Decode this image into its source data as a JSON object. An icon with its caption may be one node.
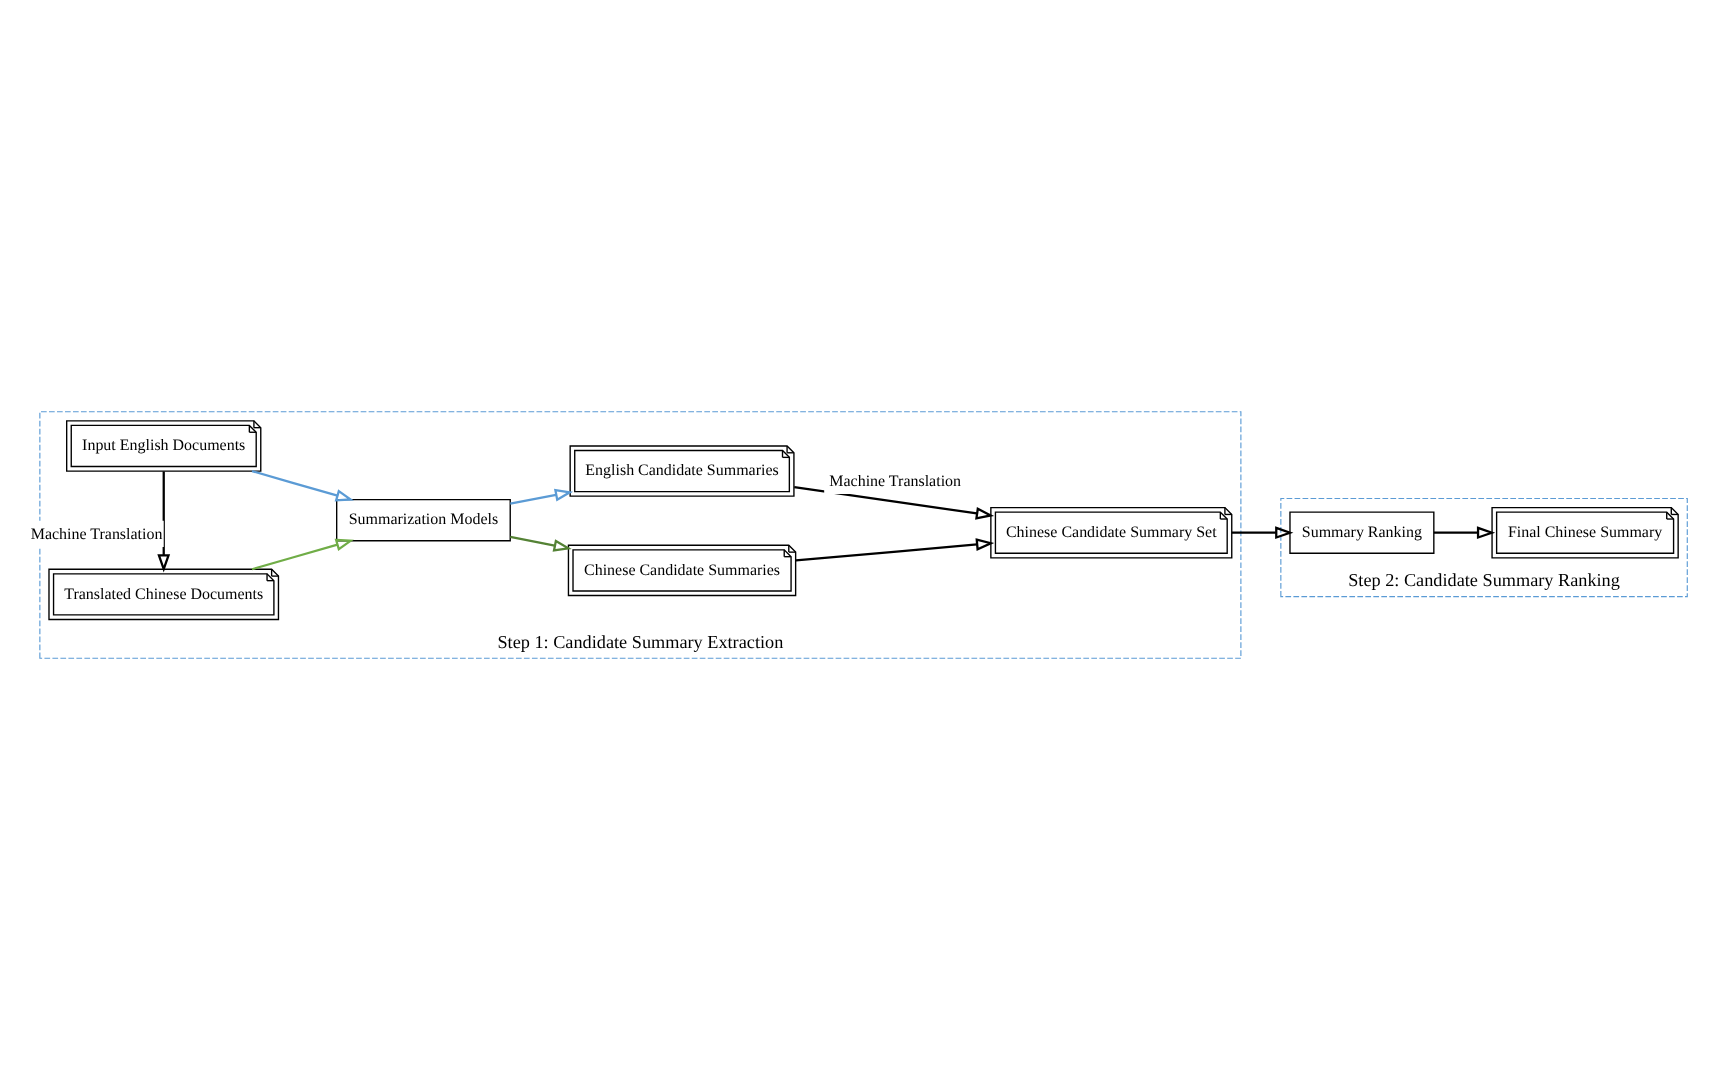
{
  "diagram": {
    "nodes": [
      {
        "text": [
          "Step 1: Candidate Summary Extraction"
        ]
      },
      {
        "text": [
          "Input English Documents"
        ],
        "in": 0
      },
      {
        "text": [
          "Translated Chinese Documents"
        ],
        "in": 0
      },
      {
        "text": [
          "Summarization Models"
        ],
        "in": 0
      },
      {
        "text": [
          "English Candidate Summaries"
        ],
        "in": 0
      },
      {
        "text": [
          "Chinese Candidate Summaries"
        ],
        "in": 0
      },
      {
        "text": [
          "Chinese Candidate Summary Set"
        ],
        "in": 0
      },
      {
        "text": [
          "Step 2: Candidate Summary Ranking"
        ]
      },
      {
        "text": [
          "Final Chinese Summary"
        ],
        "in": 7
      },
      {
        "text": [
          "Summary Ranking"
        ],
        "in": 7
      }
    ],
    "edges": [
      {
        "from": 1,
        "to": 2,
        "arrow": "to",
        "label": "Machine Translation"
      },
      {
        "from": 1,
        "to": 3,
        "arrow": "to",
        "color": "#5b9bd5"
      },
      {
        "from": 2,
        "to": 3,
        "arrow": "to",
        "color": "#70ad47"
      },
      {
        "from": 3,
        "to": 4,
        "arrow": "to",
        "color": "#5b9bd5"
      },
      {
        "from": 3,
        "to": 5,
        "arrow": "to",
        "color": "#548235"
      },
      {
        "from": 4,
        "to": 6,
        "arrow": "to",
        "label": "Machine Translation"
      },
      {
        "from": 5,
        "to": 6,
        "arrow": "to"
      },
      {
        "from": 6,
        "to": 9,
        "arrow": "to"
      },
      {
        "from": 9,
        "to": 8,
        "arrow": "to"
      }
    ]
  }
}
